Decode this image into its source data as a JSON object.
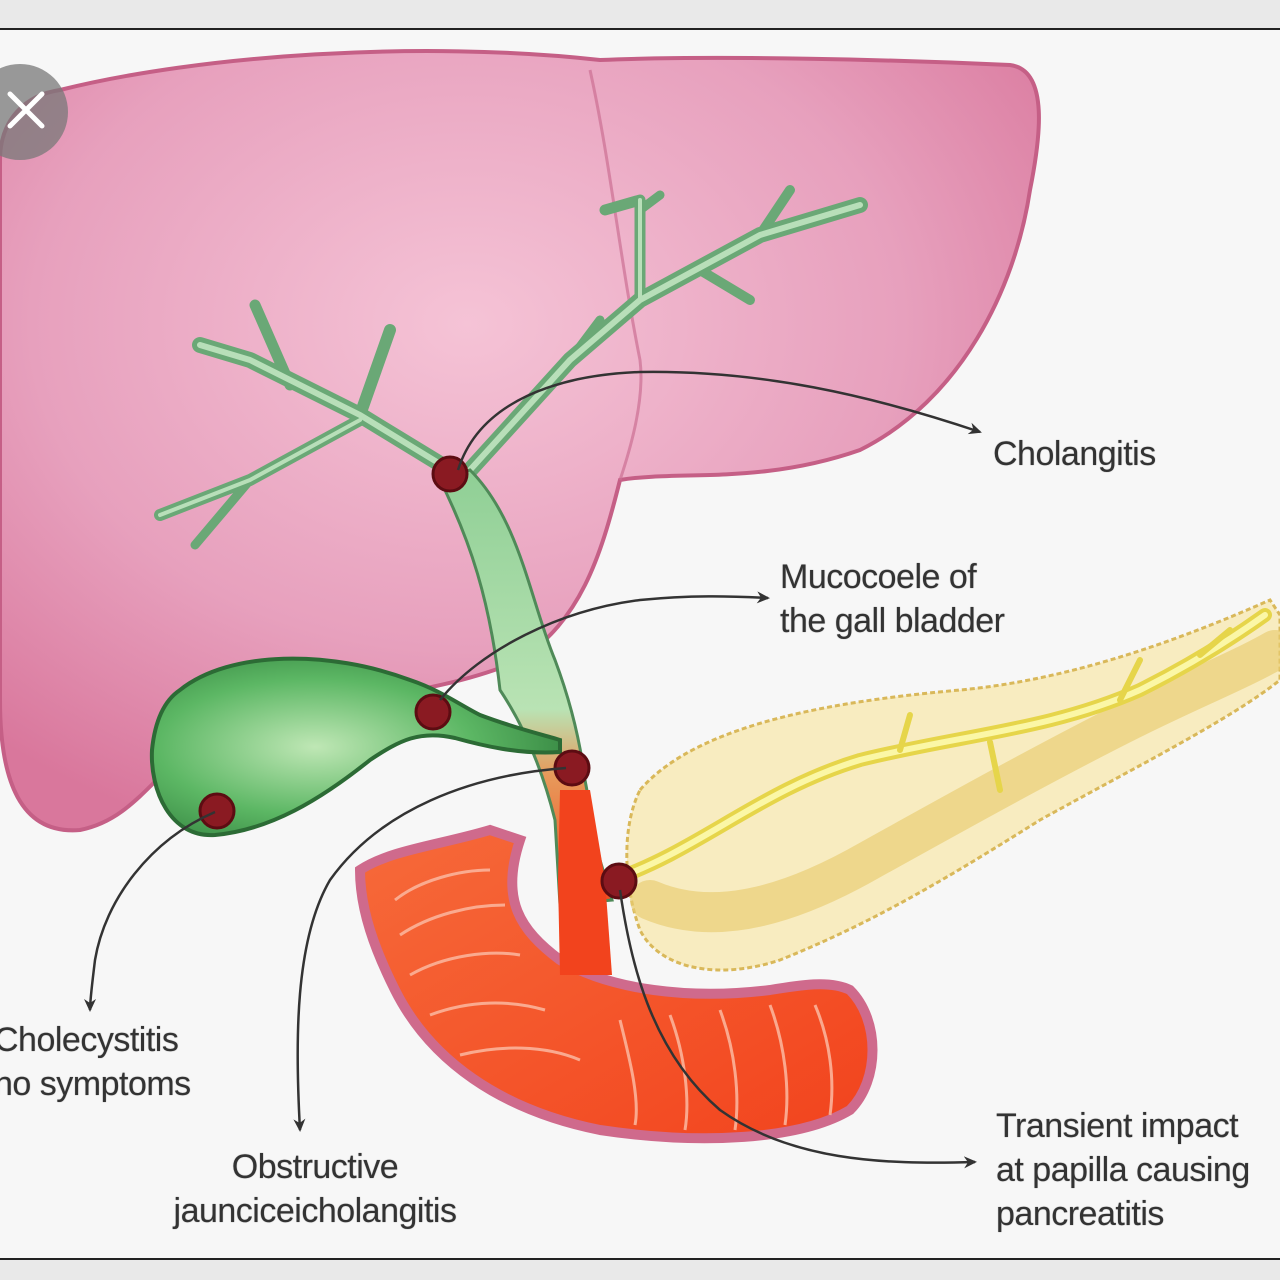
{
  "labels": {
    "cholangitis": "Cholangitis",
    "mucocoele_line1": "Mucocoele of",
    "mucocoele_line2": "the gall bladder",
    "cholecystitis_line1": "Cholecystitis",
    "cholecystitis_line2": "no symptoms",
    "obstructive_line1": "Obstructive",
    "obstructive_line2": "jaunciceicholangitis",
    "transient_line1": "Transient impact",
    "transient_line2": "at papilla causing",
    "transient_line3": "pancreatitis"
  },
  "icons": {
    "close": "close-icon"
  },
  "colors": {
    "liver": "#e590b0",
    "bile_duct": "#7fbf8a",
    "gallbladder": "#4fa85a",
    "duodenum": "#f4512a",
    "pancreas": "#f3e3a0",
    "pancreatic_duct": "#f6f07a",
    "stone": "#8a1a22"
  }
}
